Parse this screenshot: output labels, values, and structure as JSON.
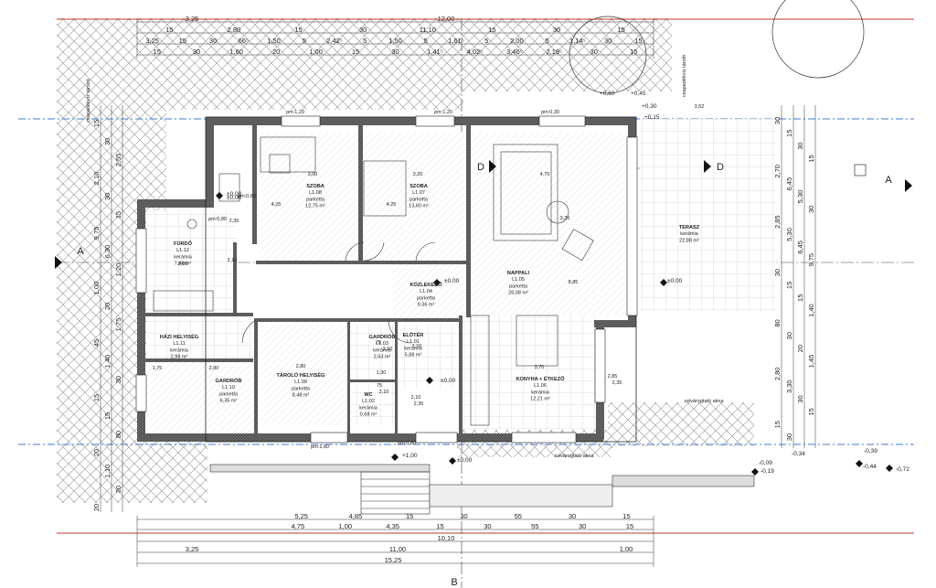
{
  "drawing": {
    "rooms": [
      {
        "id": "szoba1",
        "name": "SZOBA",
        "code": "L1.08",
        "floor": "parketta",
        "area": "12,75 m²"
      },
      {
        "id": "szoba2",
        "name": "SZOBA",
        "code": "L1.07",
        "floor": "parketta",
        "area": "13,60 m²"
      },
      {
        "id": "furdo",
        "name": "FÜRDŐ",
        "code": "L1.12",
        "floor": "kerámia",
        "area": "7,46 m²"
      },
      {
        "id": "kozlekedo",
        "name": "KÖZLEKEDŐ",
        "code": "L1.04",
        "floor": "parketta",
        "area": "9,36 m²"
      },
      {
        "id": "nappali",
        "name": "NAPPALI",
        "code": "L1.05",
        "floor": "parketta",
        "area": "26,08 m²"
      },
      {
        "id": "terasz",
        "name": "TERASZ",
        "code": "",
        "floor": "kerámia",
        "area": "22,88 m²"
      },
      {
        "id": "hazi",
        "name": "HÁZI HELYISÉG",
        "code": "L1.11",
        "floor": "kerámia",
        "area": "2,98 m²"
      },
      {
        "id": "gardrob_big",
        "name": "GARDRÓB",
        "code": "L1.10",
        "floor": "parketta",
        "area": "6,35 m²"
      },
      {
        "id": "tarolo",
        "name": "TÁROLÓ HELYISÉG",
        "code": "L1.09",
        "floor": "parketta",
        "area": "8,48 m²"
      },
      {
        "id": "gardrob_small",
        "name": "GARDRÓB",
        "code": "L1.03",
        "floor": "kerámia",
        "area": "2,53 m²"
      },
      {
        "id": "eloter",
        "name": "ELŐTÉR",
        "code": "L1.01",
        "floor": "kerámia",
        "area": "5,88 m²"
      },
      {
        "id": "wc",
        "name": "WC",
        "code": "L1.02",
        "floor": "kerámia",
        "area": "0,68 m²"
      },
      {
        "id": "konyha",
        "name": "KONYHA + ÉTKEZŐ",
        "code": "L1.06",
        "floor": "kerámia",
        "area": "12,21 m²"
      }
    ],
    "top_dims": {
      "row1": [
        "3,25",
        "12,00"
      ],
      "row2": [
        "15",
        "2,80",
        "15",
        "30",
        "11,10",
        "15",
        "30",
        "15"
      ],
      "row3": [
        "3,25",
        "15",
        "30",
        "66⁵",
        "1,50",
        "5",
        "2,42⁵",
        "5",
        "1,50",
        "5",
        "1,61⁵",
        "5",
        "2,00",
        "5",
        "1,14⁵",
        "30",
        "15"
      ],
      "row4": [
        "15",
        "30",
        "1,60",
        "20",
        "1,00",
        "15",
        "30",
        "1,41⁵",
        "4,02⁵",
        "3,46⁵",
        "2,19⁵",
        "30",
        "15"
      ]
    },
    "bottom_dims": {
      "row1": [
        "5,25",
        "4,85",
        "15",
        "30",
        "55",
        "30",
        "15"
      ],
      "row2": [
        "4,75",
        "1,00",
        "4,35",
        "15",
        "30",
        "55",
        "30",
        "15"
      ],
      "row3": [
        "10,10"
      ],
      "row4": [
        "3,25",
        "11,00",
        "1,00"
      ],
      "row5": [
        "15,25"
      ]
    },
    "left_dims": [
      "15",
      "30",
      "2,55",
      "2,10",
      "30",
      "15",
      "9,75",
      "6,30",
      "1,20",
      "1,00",
      "20",
      "1,75",
      "45",
      "1,40",
      "30",
      "15",
      "15",
      "80",
      "20",
      "1,10",
      "20",
      "20"
    ],
    "right_dims": [
      "30",
      "15",
      "30",
      "15",
      "2,70",
      "6,45",
      "5,30",
      "30",
      "2,85",
      "5,30",
      "6,45",
      "9,75",
      "30",
      "15",
      "15",
      "1,40",
      "80",
      "30",
      "20",
      "1,45",
      "2,80",
      "3,30",
      "30",
      "15",
      "15",
      "30"
    ],
    "levels": [
      "±0,00",
      "±0,00",
      "±0,00",
      "±0,00",
      "±0,00",
      "+1,00",
      "±0,00",
      "+0,45",
      "+0,60",
      "+0,30",
      "+0,15",
      "-0,09",
      "-0,19",
      "-0,34",
      "-0,44",
      "-0,39",
      "-0,72"
    ],
    "sections": [
      "A",
      "A",
      "D",
      "D",
      "B"
    ],
    "notes": [
      "csapadékvíz tározó",
      "szivárogtató akna",
      "csapadékvíz tároló",
      "szivárogtató akna"
    ],
    "inner": [
      "3,00",
      "3,20",
      "4,70",
      "3,35",
      "3,70",
      "3,52",
      "4,25",
      "4,25",
      "3,00",
      "2,85",
      "8,85",
      "2,80",
      "2,80",
      "1,75",
      "2,10",
      "75",
      "2,10",
      "75",
      "2,10",
      "2,35",
      "2,10",
      "2,35",
      "1,30",
      "2,10",
      "2,35",
      "pm:1,80",
      "pm:0,80",
      "pm:1,20",
      "pm:1,20",
      "pm:0,80",
      "pm:0,80",
      "pm:0,30"
    ]
  }
}
